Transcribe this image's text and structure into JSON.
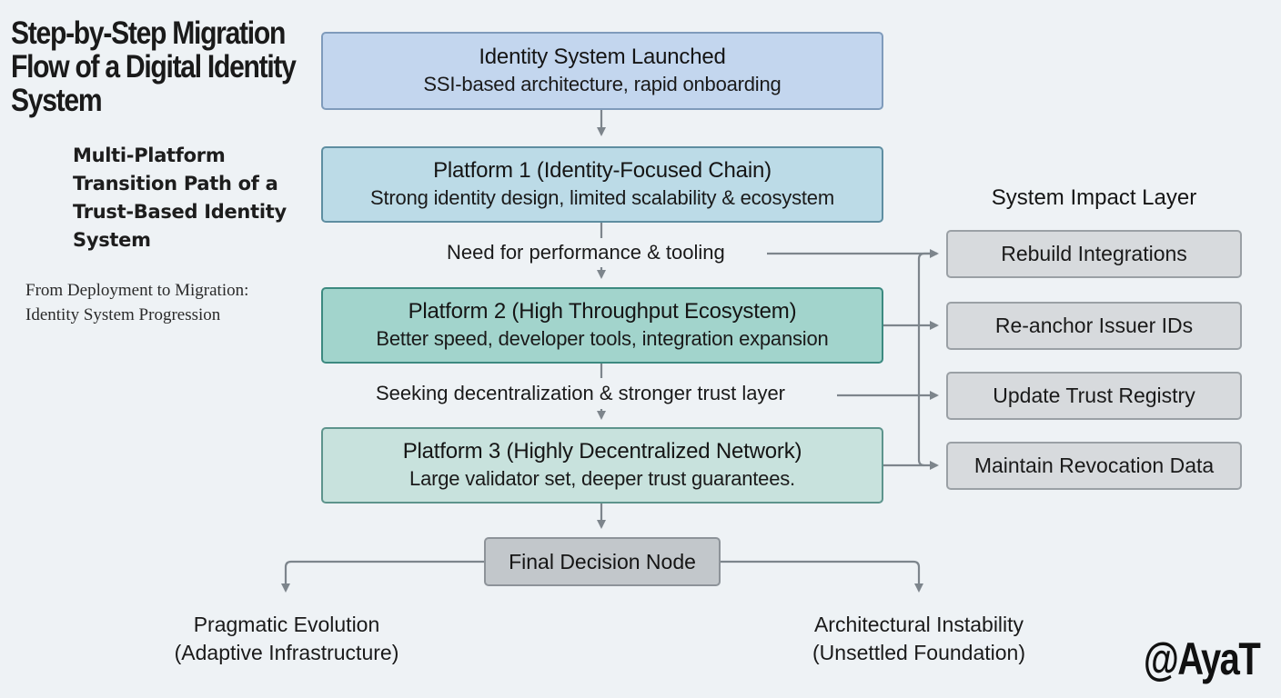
{
  "header": {
    "title": "Step-by-Step Migration Flow of a Digital Identity System",
    "subtitle": "Multi-Platform Transition Path of a Trust-Based Identity System",
    "tagline_line1": "From Deployment to Migration:",
    "tagline_line2": "Identity System Progression"
  },
  "stages": [
    {
      "title": "Identity System Launched",
      "description": "SSI-based architecture, rapid onboarding",
      "fill": "#c3d6ee",
      "border": "#7f9bbb"
    },
    {
      "title": "Platform 1 (Identity-Focused Chain)",
      "description": "Strong identity design, limited scalability & ecosystem",
      "fill": "#bcdbe7",
      "border": "#5e8ea1"
    },
    {
      "title": "Platform 2 (High Throughput Ecosystem)",
      "description": "Better speed, developer tools, integration expansion",
      "fill": "#a2d4cc",
      "border": "#3c8a80"
    },
    {
      "title": "Platform 3 (Highly Decentralized Network)",
      "description": "Large validator set, deeper trust guarantees.",
      "fill": "#c8e2dd",
      "border": "#5d948c"
    }
  ],
  "transitions": [
    {
      "label": "Need for performance & tooling"
    },
    {
      "label": "Seeking decentralization & stronger trust layer"
    }
  ],
  "impact_layer": {
    "title": "System Impact Layer",
    "items": [
      "Rebuild Integrations",
      "Re-anchor Issuer IDs",
      "Update Trust Registry",
      "Maintain Revocation Data"
    ]
  },
  "decision": {
    "label": "Final Decision Node"
  },
  "outcomes": [
    {
      "line1": "Pragmatic Evolution",
      "line2": "(Adaptive Infrastructure)"
    },
    {
      "line1": "Architectural Instability",
      "line2": "(Unsettled Foundation)"
    }
  ],
  "watermark": "@AyaT",
  "colors": {
    "background": "#eef2f5",
    "connector": "#7d858c",
    "impact_fill": "#d7dadd",
    "decision_fill": "#c2c7cb"
  }
}
